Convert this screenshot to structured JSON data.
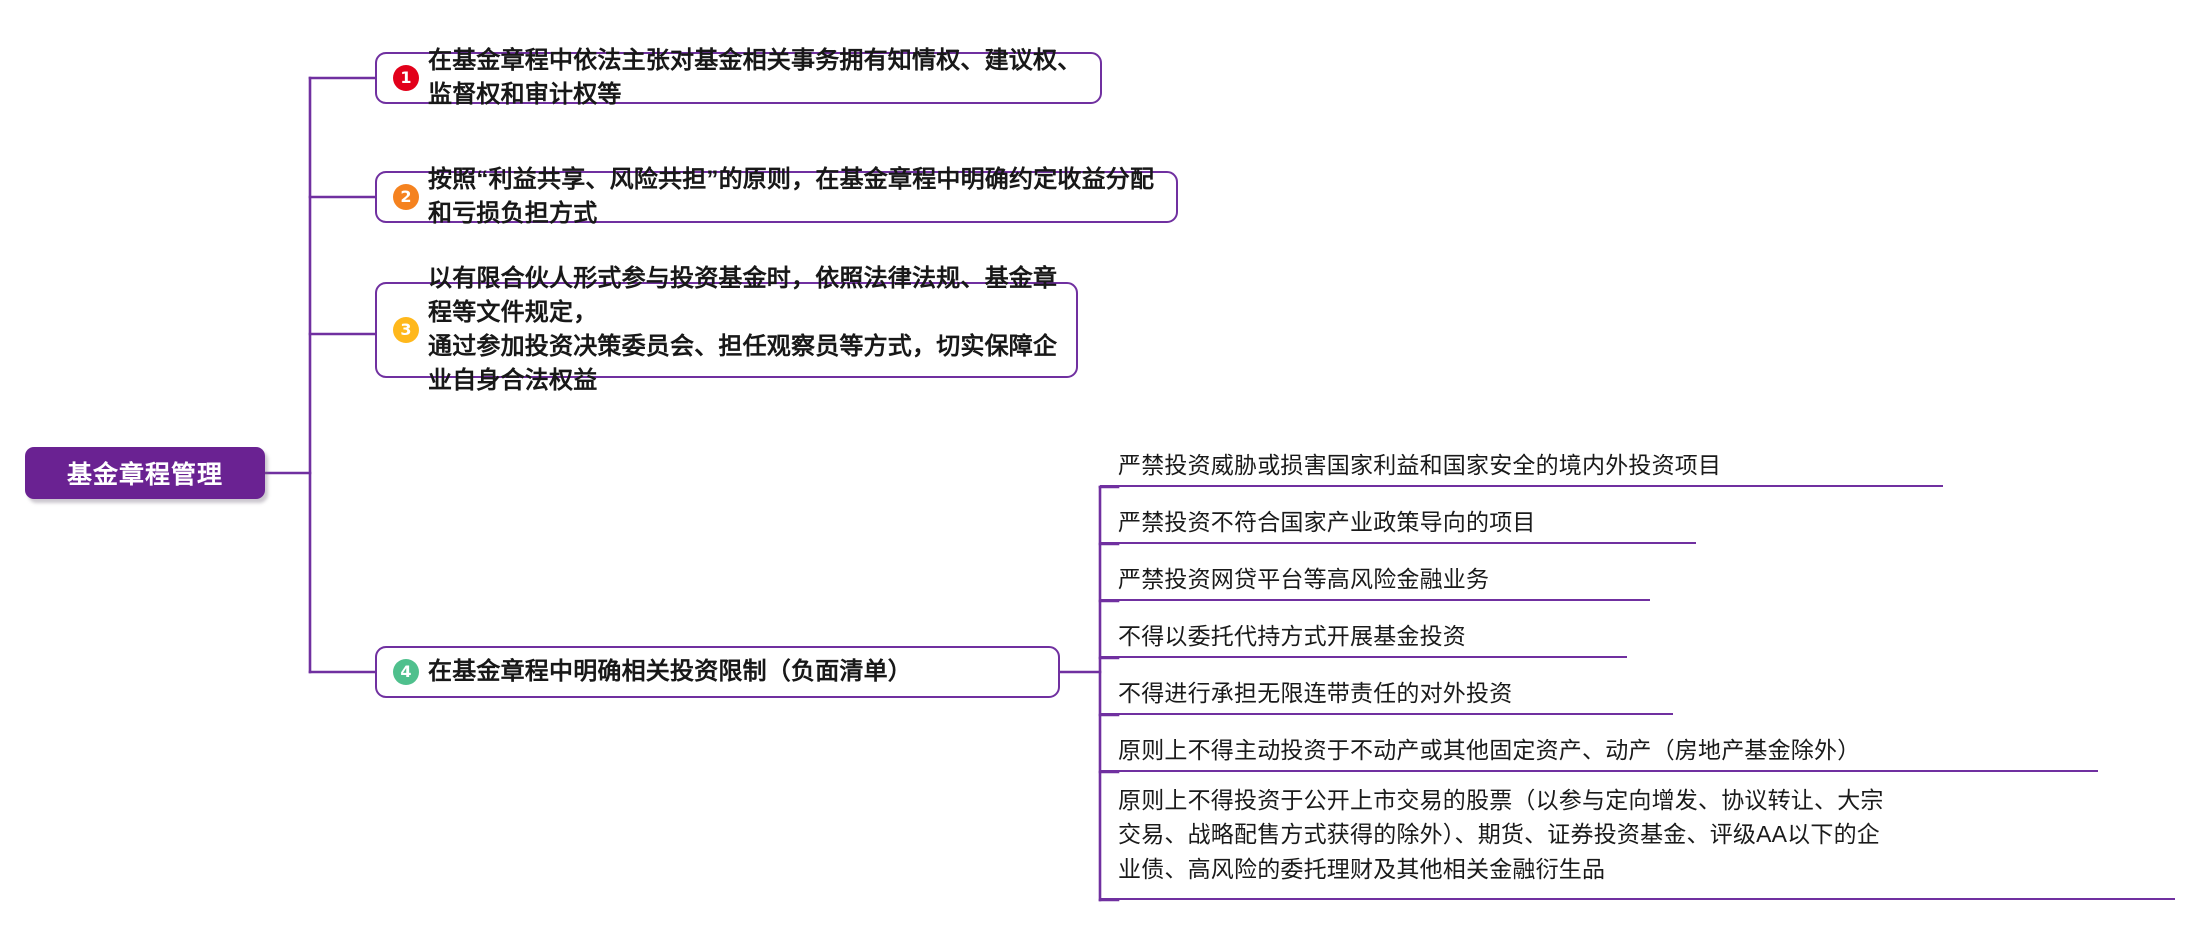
{
  "diagram": {
    "title": "基金章程管理",
    "accent_color": "#7030A0",
    "root_fill": "#6A2292"
  },
  "root": {
    "label": "基金章程管理"
  },
  "branches": [
    {
      "number": "1",
      "badge_color": "#E2001A",
      "text": "在基金章程中依法主张对基金相关事务拥有知情权、建议权、监督权和审计权等"
    },
    {
      "number": "2",
      "badge_color": "#F5821F",
      "text": "按照“利益共享、风险共担”的原则，在基金章程中明确约定收益分配和亏损负担方式"
    },
    {
      "number": "3",
      "badge_color": "#FFB81C",
      "text": "以有限合伙人形式参与投资基金时，依照法律法规、基金章程等文件规定，\n通过参加投资决策委员会、担任观察员等方式，切实保障企业自身合法权益"
    },
    {
      "number": "4",
      "badge_color": "#4FC08D",
      "text": "在基金章程中明确相关投资限制（负面清单）"
    }
  ],
  "negative_list": [
    {
      "text": "严禁投资威胁或损害国家利益和国家安全的境内外投资项目"
    },
    {
      "text": "严禁投资不符合国家产业政策导向的项目"
    },
    {
      "text": "严禁投资网贷平台等高风险金融业务"
    },
    {
      "text": "不得以委托代持方式开展基金投资"
    },
    {
      "text": "不得进行承担无限连带责任的对外投资"
    },
    {
      "text": "原则上不得主动投资于不动产或其他固定资产、动产（房地产基金除外）"
    },
    {
      "text": "原则上不得投资于公开上市交易的股票（以参与定向增发、协议转让、大宗\n交易、战略配售方式获得的除外）、期货、证券投资基金、评级AA以下的企\n业债、高风险的委托理财及其他相关金融衍生品"
    }
  ]
}
